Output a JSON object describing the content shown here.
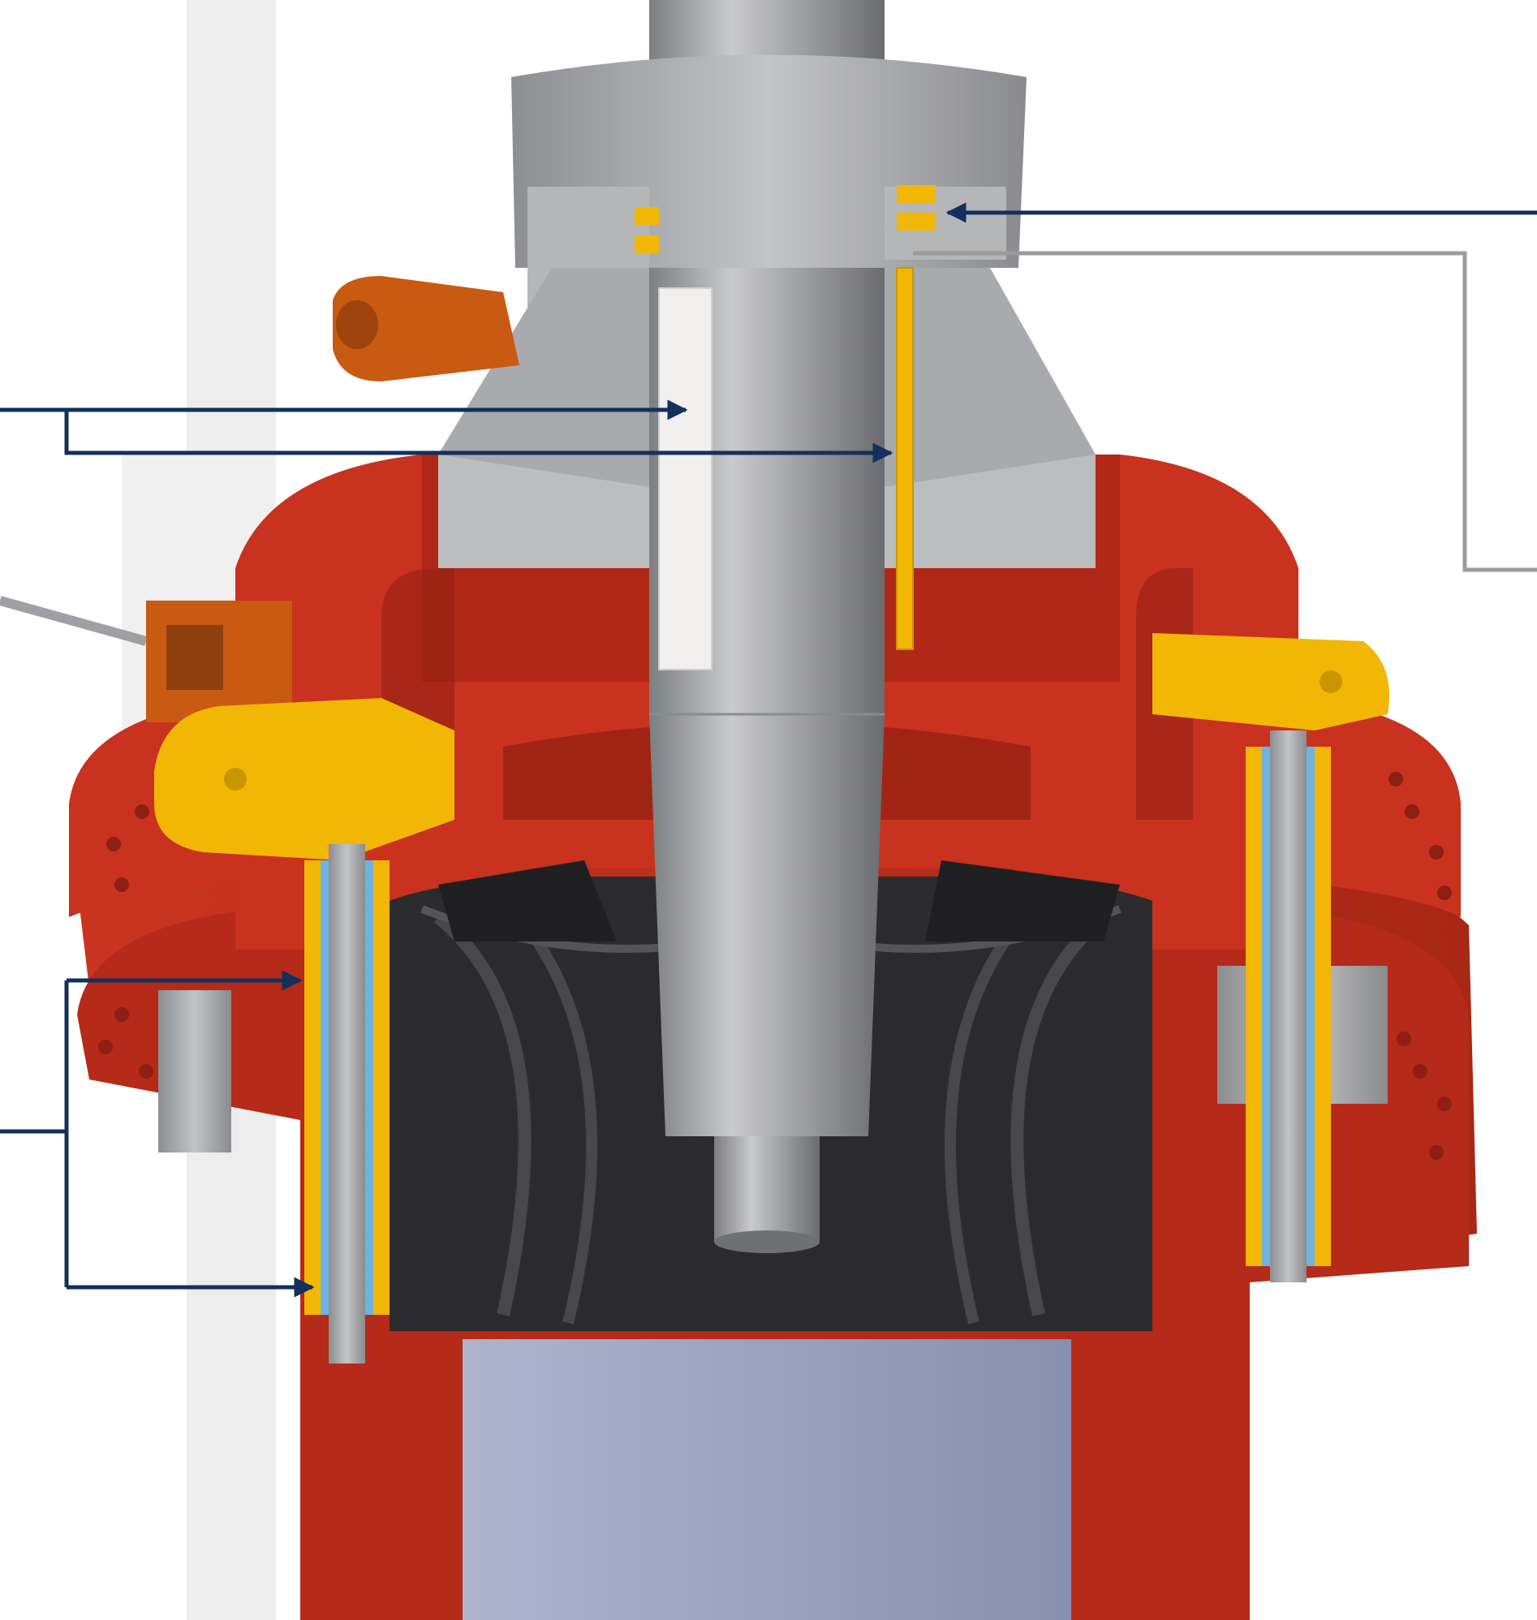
{
  "figure": {
    "subject": "turbine-cutaway",
    "colors": {
      "background": "#ffffff",
      "shadow": "#eeeeee",
      "casing_red": "#c8321f",
      "casing_dark": "#8e1f12",
      "steel": "#a7a8aa",
      "steel_light": "#c9cacc",
      "steel_dark": "#7b7c7f",
      "bearing_white": "#f1f0ee",
      "linkage_yellow": "#f2b705",
      "bushing_blue": "#6fb3e0",
      "actuator_orange": "#c85a12",
      "runner_black": "#2b2b2d",
      "draft_tube": "#8f98b6",
      "callout_navy": "#13305c",
      "callout_grey": "#9b9b9b"
    }
  },
  "callouts": [
    {
      "id": "shaft-seal-callout",
      "color": "navy",
      "target": "shaft-seal-rings"
    },
    {
      "id": "guide-bearing-callout",
      "color": "grey",
      "target": "shaft-sleeve"
    },
    {
      "id": "bearing-pads-callout",
      "color": "navy",
      "target": "guide-bearing-pads"
    },
    {
      "id": "wicket-gate-bushings-callout",
      "color": "navy",
      "target": "wicket-gate-stem-bushings"
    }
  ]
}
